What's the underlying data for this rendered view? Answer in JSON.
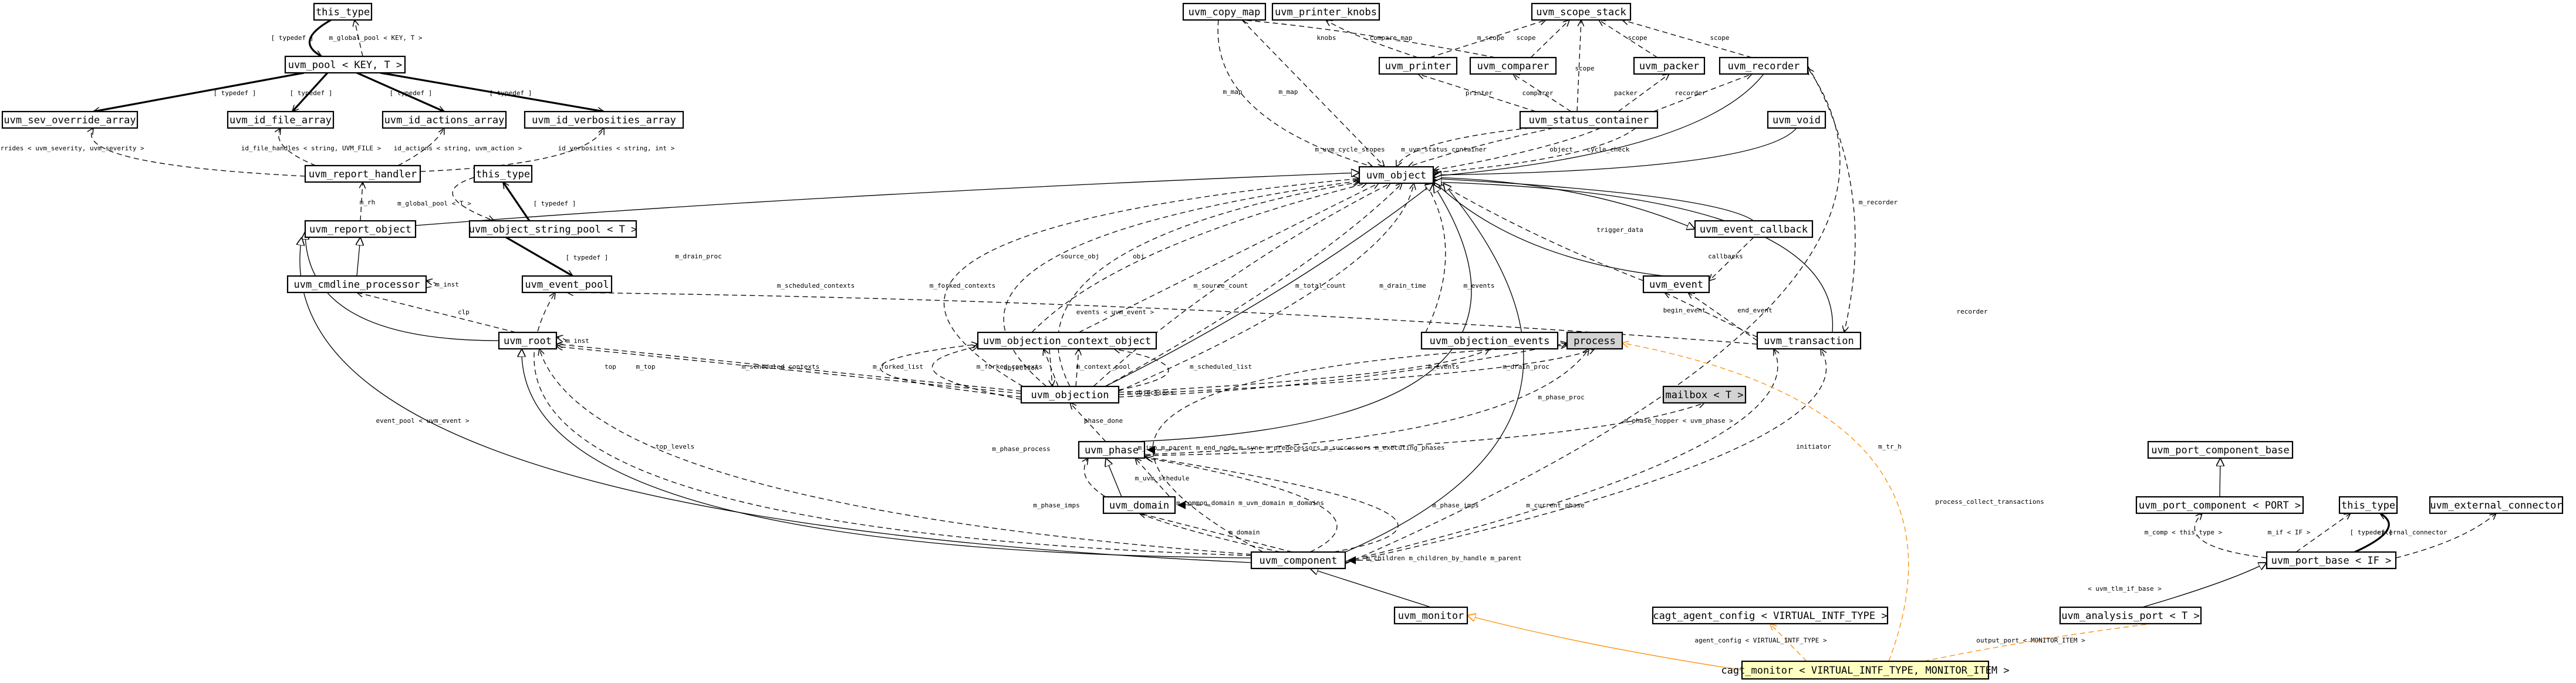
{
  "diagram": {
    "colors": {
      "background": "#ffffff",
      "node_fill": "#ffffff",
      "highlight_fill": "#ffffc0",
      "grey_fill": "#d3d3d3",
      "orange": "#ff8c00",
      "stroke": "#000000"
    },
    "nodes": {
      "this_type_top": "this_type",
      "uvm_pool": "uvm_pool < KEY, T >",
      "uvm_sev_override_array": "uvm_sev_override_array",
      "uvm_id_file_array": "uvm_id_file_array",
      "uvm_id_actions_array": "uvm_id_actions_array",
      "uvm_id_verbosities_array": "uvm_id_verbosities_array",
      "uvm_report_handler": "uvm_report_handler",
      "this_type_mid": "this_type",
      "uvm_report_object": "uvm_report_object",
      "uvm_object_string_pool": "uvm_object_string_pool < T >",
      "uvm_cmdline_processor": "uvm_cmdline_processor",
      "uvm_event_pool": "uvm_event_pool",
      "uvm_root": "uvm_root",
      "uvm_copy_map": "uvm_copy_map",
      "uvm_printer_knobs": "uvm_printer_knobs",
      "uvm_scope_stack": "uvm_scope_stack",
      "uvm_printer": "uvm_printer",
      "uvm_comparer": "uvm_comparer",
      "uvm_packer": "uvm_packer",
      "uvm_recorder": "uvm_recorder",
      "uvm_status_container": "uvm_status_container",
      "uvm_void": "uvm_void",
      "uvm_object": "uvm_object",
      "uvm_event_callback": "uvm_event_callback",
      "uvm_event": "uvm_event",
      "uvm_transaction": "uvm_transaction",
      "uvm_objection_context_object": "uvm_objection_context_object",
      "uvm_objection_events": "uvm_objection_events",
      "process": "process",
      "uvm_objection": "uvm_objection",
      "mailbox": "mailbox < T >",
      "uvm_phase": "uvm_phase",
      "uvm_domain": "uvm_domain",
      "uvm_component": "uvm_component",
      "uvm_monitor": "uvm_monitor",
      "cagt_agent_config": "cagt_agent_config < VIRTUAL_INTF_TYPE >",
      "cagt_monitor": "cagt_monitor < VIRTUAL_INTF_TYPE, MONITOR_ITEM >",
      "uvm_port_component_base": "uvm_port_component_base",
      "uvm_port_component": "uvm_port_component < PORT >",
      "this_type_right": "this_type",
      "uvm_external_connector": "uvm_external_connector",
      "uvm_port_base": "uvm_port_base < IF >",
      "uvm_analysis_port": "uvm_analysis_port < T >"
    },
    "labels": {
      "typedef": "[ typedef ]",
      "m_global_pool_key_t": "m_global_pool < KEY, T >",
      "sev_overrides": "sev_overrides < uvm_severity, uvm_severity >",
      "id_file_handles": "id_file_handles < string, UVM_FILE >",
      "id_actions": "id_actions < string, uvm_action >",
      "id_verbosities": "id_verbosities < string, int >",
      "m_rh": "m_rh",
      "m_global_pool_t": "m_global_pool < T >",
      "m_inst": "m_inst",
      "clp": "clp",
      "knobs": "knobs",
      "compare_map": "compare_map",
      "m_scope": "m_scope",
      "scope": "scope",
      "m_map": "m_map",
      "printer": "printer",
      "comparer": "comparer",
      "packer": "packer",
      "recorder": "recorder",
      "m_uvm_cycle_scopes": "m_uvm_cycle_scopes",
      "m_uvm_status_container": "m_uvm_status_container",
      "object": "object",
      "cycle_check": "cycle_check",
      "m_recorder": "m_recorder",
      "trigger_data": "trigger_data",
      "callbacks": "callbacks",
      "begin_event": "begin_event",
      "end_event": "end_event",
      "events_uvm_event": "events < uvm_event >",
      "m_drain_proc": "m_drain_proc",
      "m_scheduled_contexts": "m_scheduled_contexts",
      "m_forked_contexts": "m_forked_contexts",
      "source_obj": "source_obj",
      "obj": "obj",
      "m_source_count": "m_source_count",
      "m_total_count": "m_total_count",
      "m_drain_time": "m_drain_time",
      "m_events": "m_events",
      "top": "top",
      "m_top": "m_top",
      "m_forked_list": "m_forked_list",
      "m_context_pool": "m_context_pool",
      "m_scheduled_list": "m_scheduled_list",
      "objection": "objection",
      "m_objections": "m_objections",
      "phase_done": "phase_done",
      "m_phase_proc": "m_phase_proc",
      "m_phase_hopper": "m_phase_hopper < uvm_phase >",
      "event_pool": "event_pool < uvm_event >",
      "top_levels": "top_levels",
      "m_phase_process": "m_phase_process",
      "m_phase_imps": "m_phase_imps",
      "m_current_phase": "m_current_phase",
      "m_uvm_schedule": "m_uvm_schedule",
      "phase_edges": "m_imp   m_parent   m_end_node   m_sync   m_predecessors   m_successors   m_executing_phases",
      "m_domain": "m_domain",
      "domain_edges": "m_common_domain  m_uvm_domain  m_domains",
      "component_edges": "m_children  m_children_by_handle  m_parent",
      "initiator": "initiator",
      "m_tr_h": "m_tr_h",
      "recorder_right": "recorder",
      "process_collect_transactions": "process_collect_transactions",
      "agent_config": "agent_config < VIRTUAL_INTF_TYPE >",
      "output_port": "output_port < MONITOR_ITEM >",
      "m_comp": "m_comp < this_type >",
      "m_if": "m_if < IF >",
      "external_connector": "external_connector",
      "uvm_tlm_if_base": "< uvm_tlm_if_base >"
    }
  }
}
